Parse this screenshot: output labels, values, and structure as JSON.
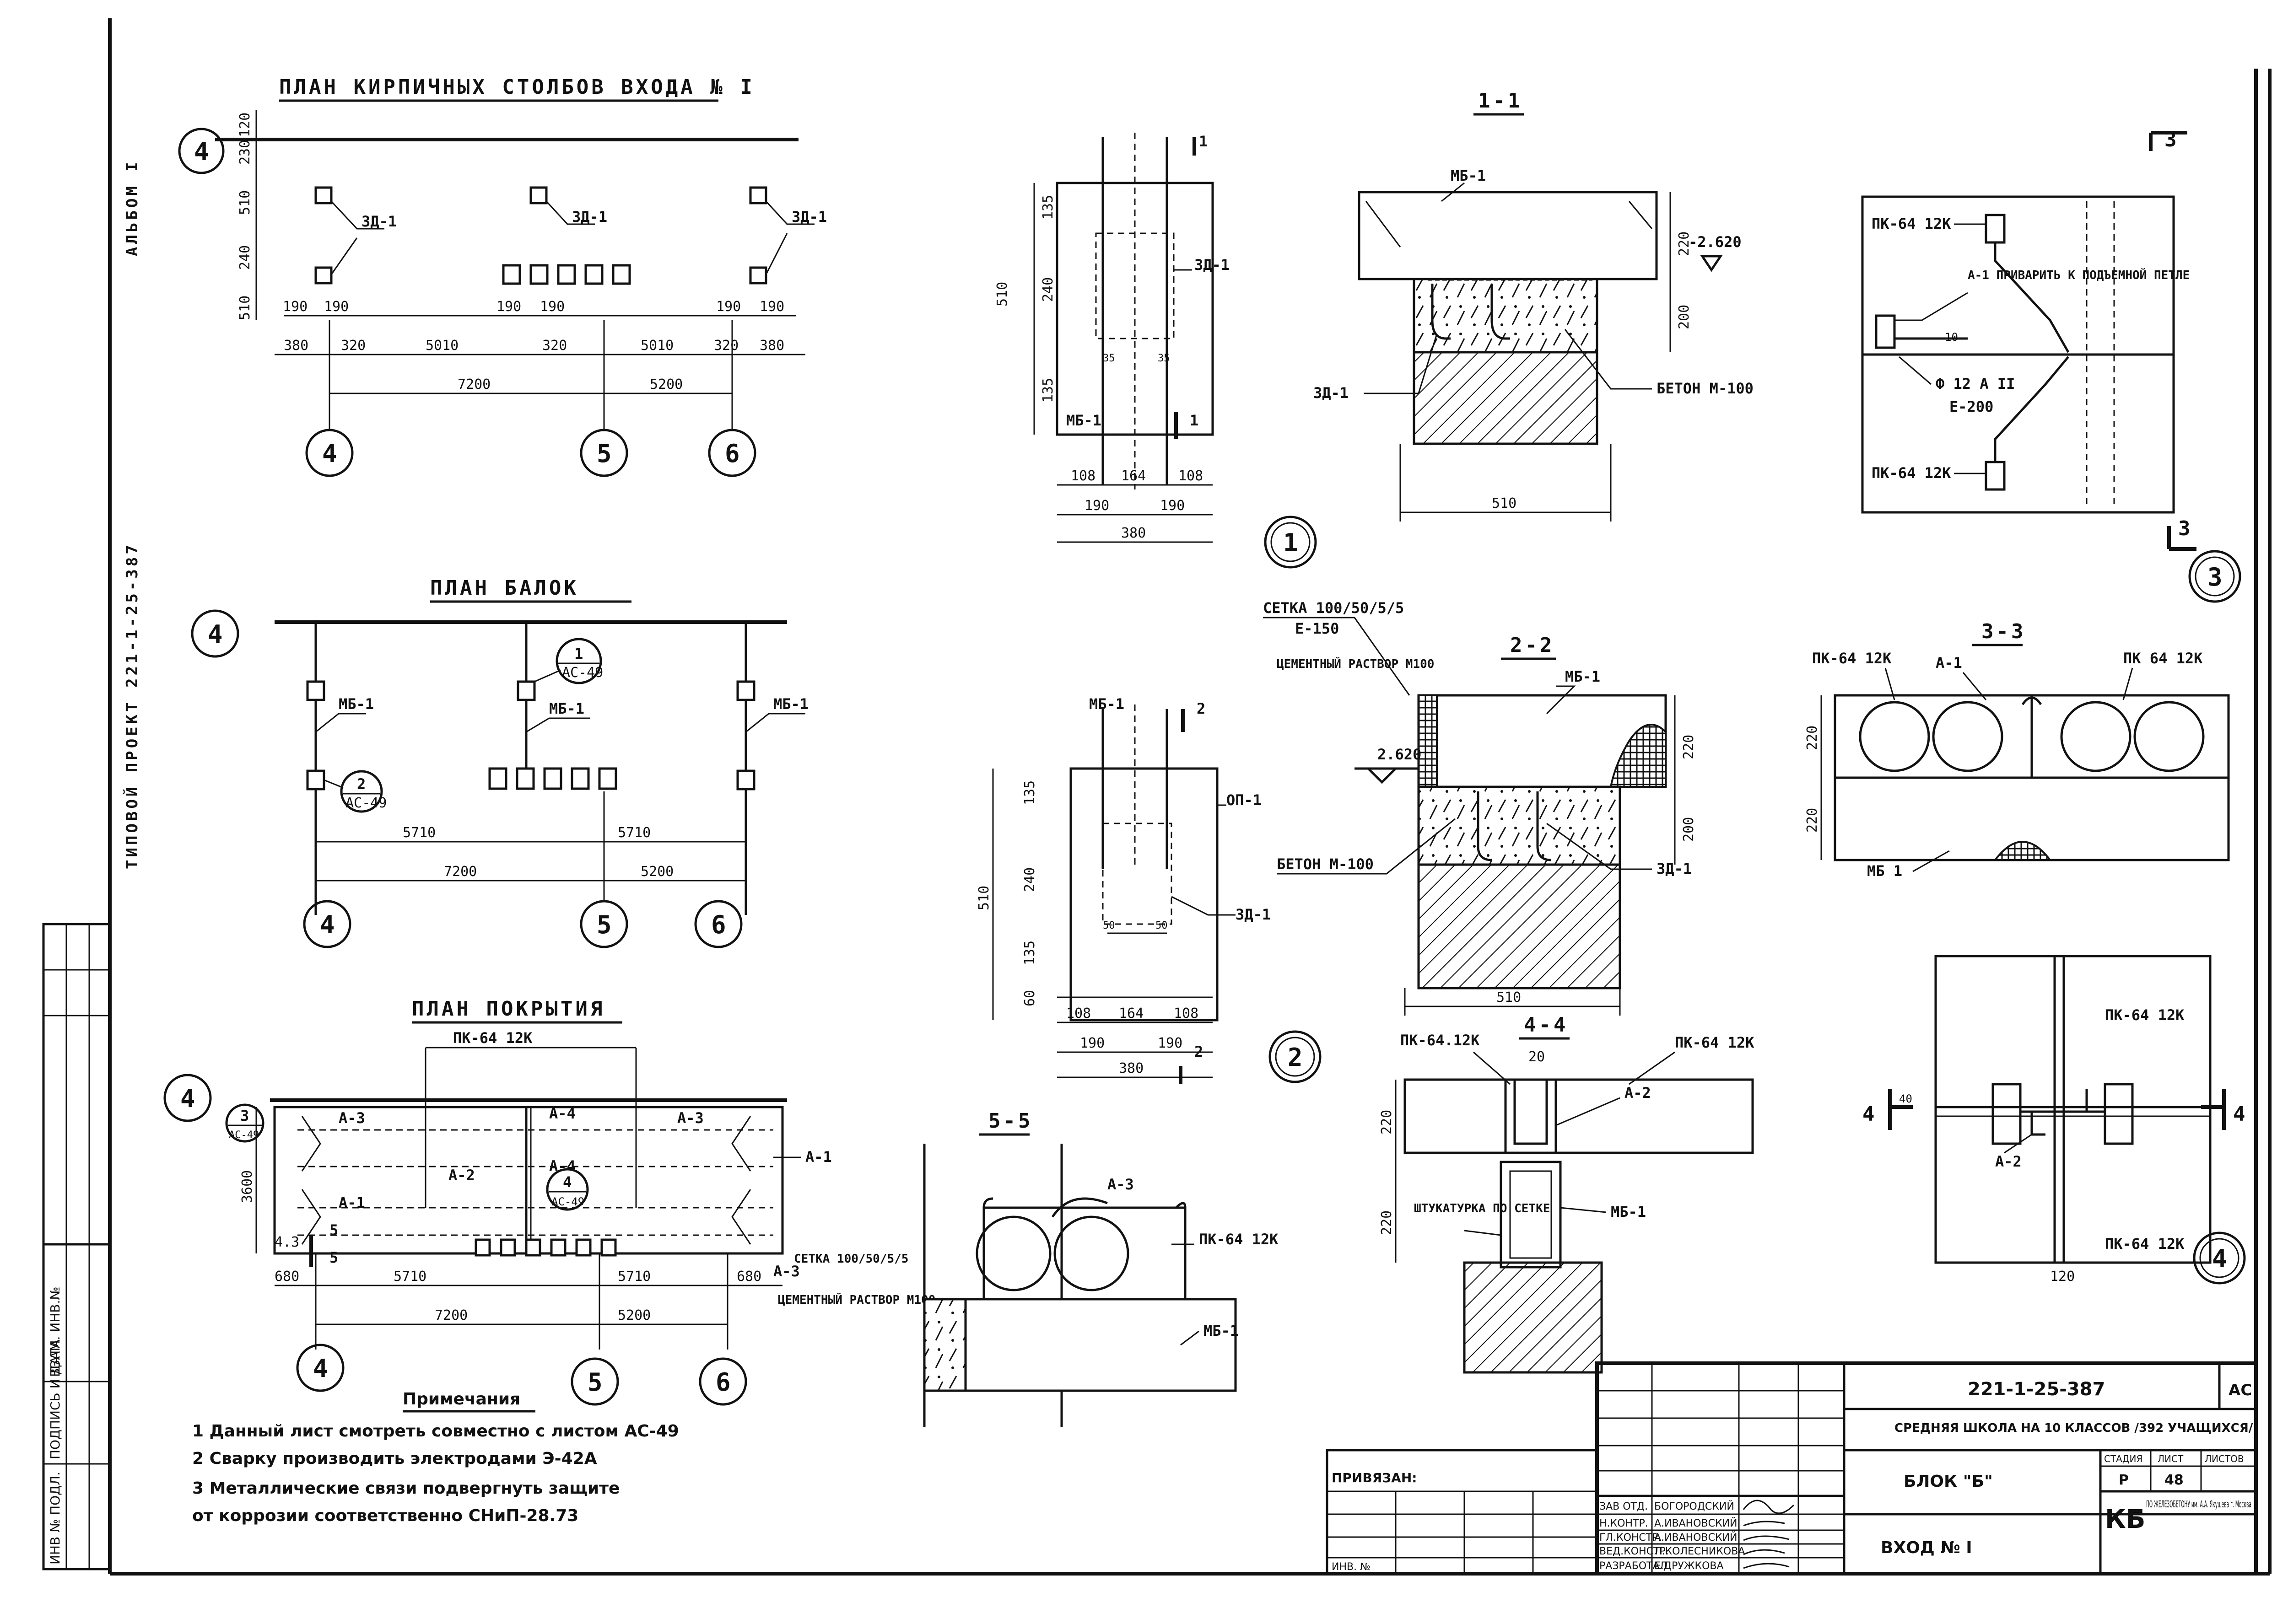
{
  "margin": {
    "album": "АЛЬБОМ I",
    "project": "ТИПОВОЙ ПРОЕКТ 221-1-25-387",
    "cols": [
      "ИНВ № ПОДЛ.",
      "ПОДПИСЬ И ДАТА",
      "ВЗАМ. ИНВ.№"
    ]
  },
  "plan1": {
    "title": "ПЛАН КИРПИЧНЫХ СТОЛБОВ ВХОДА № I",
    "vdims": [
      "230",
      "120",
      "510",
      "240",
      "510"
    ],
    "dims_top": [
      "190",
      "190",
      "190",
      "190",
      "190",
      "190"
    ],
    "dims_row": [
      "380",
      "320",
      "5010",
      "320",
      "5010",
      "320",
      "380"
    ],
    "span1": "7200",
    "span2": "5200",
    "lbl": "ЗД-1"
  },
  "plan2": {
    "title": "ПЛАН БАЛОК",
    "lbl": "МБ-1",
    "ref1": "1",
    "ref1_sheet": "АС-49",
    "ref2": "2",
    "ref2_sheet": "АС-49",
    "dim1": "5710",
    "dim2": "5710",
    "span1": "7200",
    "span2": "5200"
  },
  "plan3": {
    "title": "ПЛАН ПОКРЫТИЯ",
    "pk": "ПК-64 12К",
    "a_labels": [
      "А-3",
      "А-4",
      "А-3",
      "А-1",
      "А-2",
      "А-4",
      "А-1",
      "А-3"
    ],
    "v_dim": "3600",
    "ref3": "3",
    "ref3_sheet": "АС-49",
    "ref4": "4",
    "ref4_sheet": "АС-49",
    "small": "4.3",
    "cut": "5",
    "dim_edge1": "680",
    "dim1": "5710",
    "dim2": "5710",
    "dim_edge2": "680",
    "span1": "7200",
    "span2": "5200",
    "setka": "СЕТКА 100/50/5/5",
    "rastvor": "ЦЕМЕНТНЫЙ РАСТВОР М100"
  },
  "axes": [
    "4",
    "5",
    "6"
  ],
  "notes": {
    "title": "Примечания",
    "items": [
      "1 Данный лист смотреть совместно с листом АС-49",
      "2 Сварку производить электродами Э-42А",
      "3 Металлические связи подвергнуть защите",
      "от коррозии соответственно СНиП-28.73"
    ]
  },
  "node1": {
    "cut_mark": "1",
    "lbl_top": "ЗД-1",
    "lbl_bot": "МБ-1",
    "vdims": [
      "135",
      "240",
      "135"
    ],
    "vtotal": "510",
    "small": "35",
    "dims_a": [
      "108",
      "164",
      "108"
    ],
    "dims_b": [
      "190",
      "190"
    ],
    "total": "380",
    "num": "1"
  },
  "node2": {
    "cut_mark": "2",
    "lbl_mb": "МБ-1",
    "lbl_op": "ОП-1",
    "lbl_zd": "ЗД-1",
    "vdims": [
      "135",
      "240",
      "135"
    ],
    "vtotal": "510",
    "small": "50",
    "small2": "50",
    "bot": "60",
    "dims_a": [
      "108",
      "164",
      "108"
    ],
    "dims_b": [
      "190",
      "190"
    ],
    "total": "380",
    "num": "2"
  },
  "sec11": {
    "title": "1-1",
    "mb": "МБ-1",
    "zd": "ЗД-1",
    "beton": "БЕТОН М-100",
    "level": "-2.620",
    "d220": "220",
    "d200": "200",
    "w": "510"
  },
  "sec22": {
    "title": "2-2",
    "setka": "СЕТКА 100/50/5/5",
    "setka2": "Е-150",
    "rastvor": "ЦЕМЕНТНЫЙ РАСТВОР М100",
    "mb": "МБ-1",
    "zd": "ЗД-1",
    "beton": "БЕТОН М-100",
    "level": "2.620",
    "d220": "220",
    "d200": "200",
    "w": "510"
  },
  "sec55": {
    "title": "5-5",
    "a3": "А-3",
    "pk": "ПК-64 12К",
    "mb": "МБ-1",
    "setka": "СЕТКА 100/50/5/5",
    "rastvor": "ЦЕМЕНТНЫЙ РАСТВОР М100"
  },
  "sec44": {
    "title": "4-4",
    "pk1": "ПК-64.12К",
    "pk2": "ПК-64 12К",
    "d20": "20",
    "a2": "А-2",
    "mb": "МБ-1",
    "sht": "ШТУКАТУРКА ПО СЕТКЕ",
    "d220a": "220",
    "d220b": "220"
  },
  "node3": {
    "cut": "3",
    "pk1": "ПК-64 12К",
    "pk2": "ПК-64 12К",
    "note": "А-1 ПРИВАРИТЬ К ПОДЪЕМНОЙ ПЕТЛЕ",
    "d10": "10",
    "rebar": "Ф 12 А II",
    "rebar2": "Е-200",
    "num": "3"
  },
  "sec33": {
    "title": "3-3",
    "pk1": "ПК-64 12К",
    "a1": "А-1",
    "pk2": "ПК 64 12К",
    "d220a": "220",
    "d220b": "220",
    "mb": "МБ 1"
  },
  "node4": {
    "cut": "4",
    "pk1": "ПК-64 12К",
    "pk2": "ПК-64 12К",
    "a2": "А-2",
    "d40": "40",
    "d120": "120",
    "num": "4"
  },
  "stamp": {
    "code": "221-1-25-387",
    "sheet_code": "АС",
    "title": "СРЕДНЯЯ ШКОЛА НА 10 КЛАССОВ /392 УЧАЩИХСЯ/",
    "block": "БЛОК \"Б\"",
    "entry": "ВХОД № I",
    "privyazan": "ПРИВЯЗАН:",
    "inv": "ИНВ. №",
    "stage_h": "СТАДИЯ",
    "sheet_h": "ЛИСТ",
    "sheets_h": "ЛИСТОВ",
    "stage": "Р",
    "sheet": "48",
    "kb": "КБ",
    "org": "ПО ЖЕЛЕЗОБЕТОНУ им. А.А. Якушева г. Москва",
    "roles": [
      "ЗАВ ОТД.",
      "Н.КОНТР.",
      "ГЛ.КОНСТР.",
      "ВЕД.КОНСТР.",
      "РАЗРАБОТАЛ"
    ],
    "names": [
      "БОГОРОДСКИЙ",
      "А.ИВАНОВСКИЙ",
      "А.ИВАНОВСКИЙ",
      "Л.КОЛЕСНИКОВА",
      "Е.ДРУЖКОВА"
    ]
  }
}
